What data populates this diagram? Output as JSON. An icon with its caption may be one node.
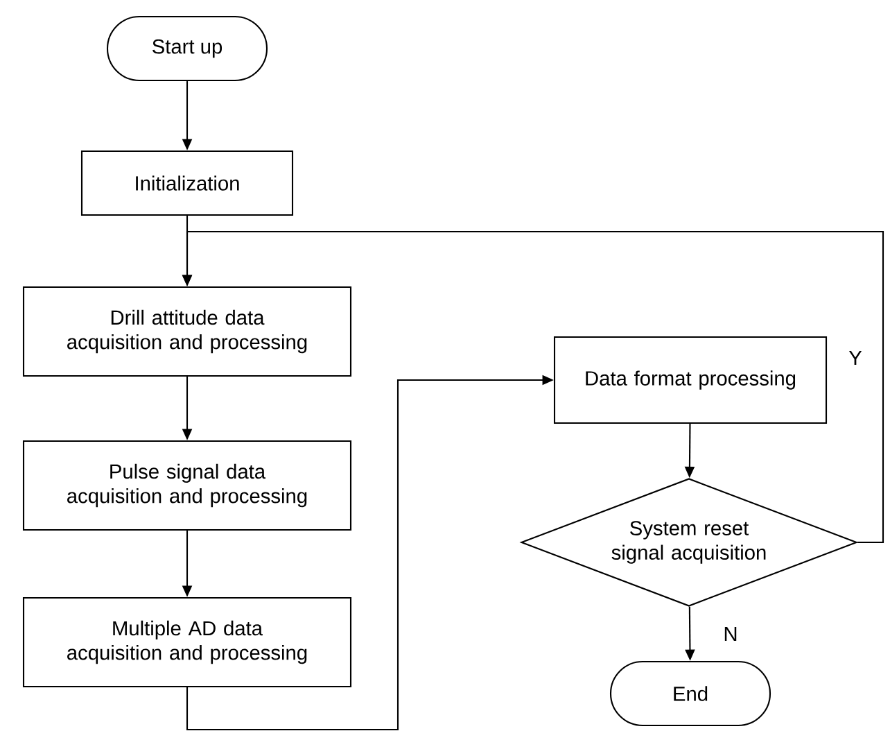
{
  "diagram": {
    "nodes": [
      {
        "text": [
          "Start up"
        ]
      },
      {
        "text": [
          "Initialization"
        ]
      },
      {
        "text": [
          "Drill attitude data acquisition and processing"
        ]
      },
      {
        "text": [
          "Pulse signal data acquisition and processing"
        ]
      },
      {
        "text": [
          "Multiple AD data acquisition and processing"
        ]
      },
      {
        "text": [
          "Data format processing"
        ]
      },
      {
        "text": [
          "System reset signal acquisition"
        ]
      },
      {
        "text": [
          "End"
        ]
      }
    ],
    "edges": [
      {
        "from": 0,
        "to": 1,
        "arrow": "to"
      },
      {
        "from": 1,
        "to": 2,
        "arrow": "to"
      },
      {
        "from": 2,
        "to": 3,
        "arrow": "to"
      },
      {
        "from": 3,
        "to": 4,
        "arrow": "to"
      },
      {
        "from": 4,
        "to": 5,
        "arrow": "to"
      },
      {
        "from": 5,
        "to": 6,
        "arrow": "to"
      },
      {
        "from": 6,
        "to": 7,
        "arrow": "to",
        "label": "N"
      },
      {
        "from": 6,
        "to": 2,
        "arrow": "to",
        "label": "Y"
      }
    ]
  }
}
